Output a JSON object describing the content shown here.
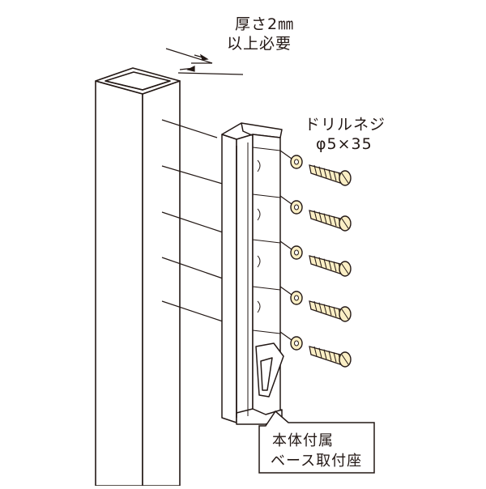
{
  "labels": {
    "thickness": {
      "line1": "厚さ2㎜",
      "line2": "以上必要"
    },
    "screw": {
      "line1": "ドリルネジ",
      "line2": "φ5×35"
    },
    "base_mount": {
      "line1": "本体付属",
      "line2": "ベース取付座"
    }
  },
  "colors": {
    "stroke": "#231815",
    "fill": "#ffffff",
    "screw_fill": "#fbefc5",
    "panel_shade": "#f2f2f2"
  },
  "screw_count": 5
}
